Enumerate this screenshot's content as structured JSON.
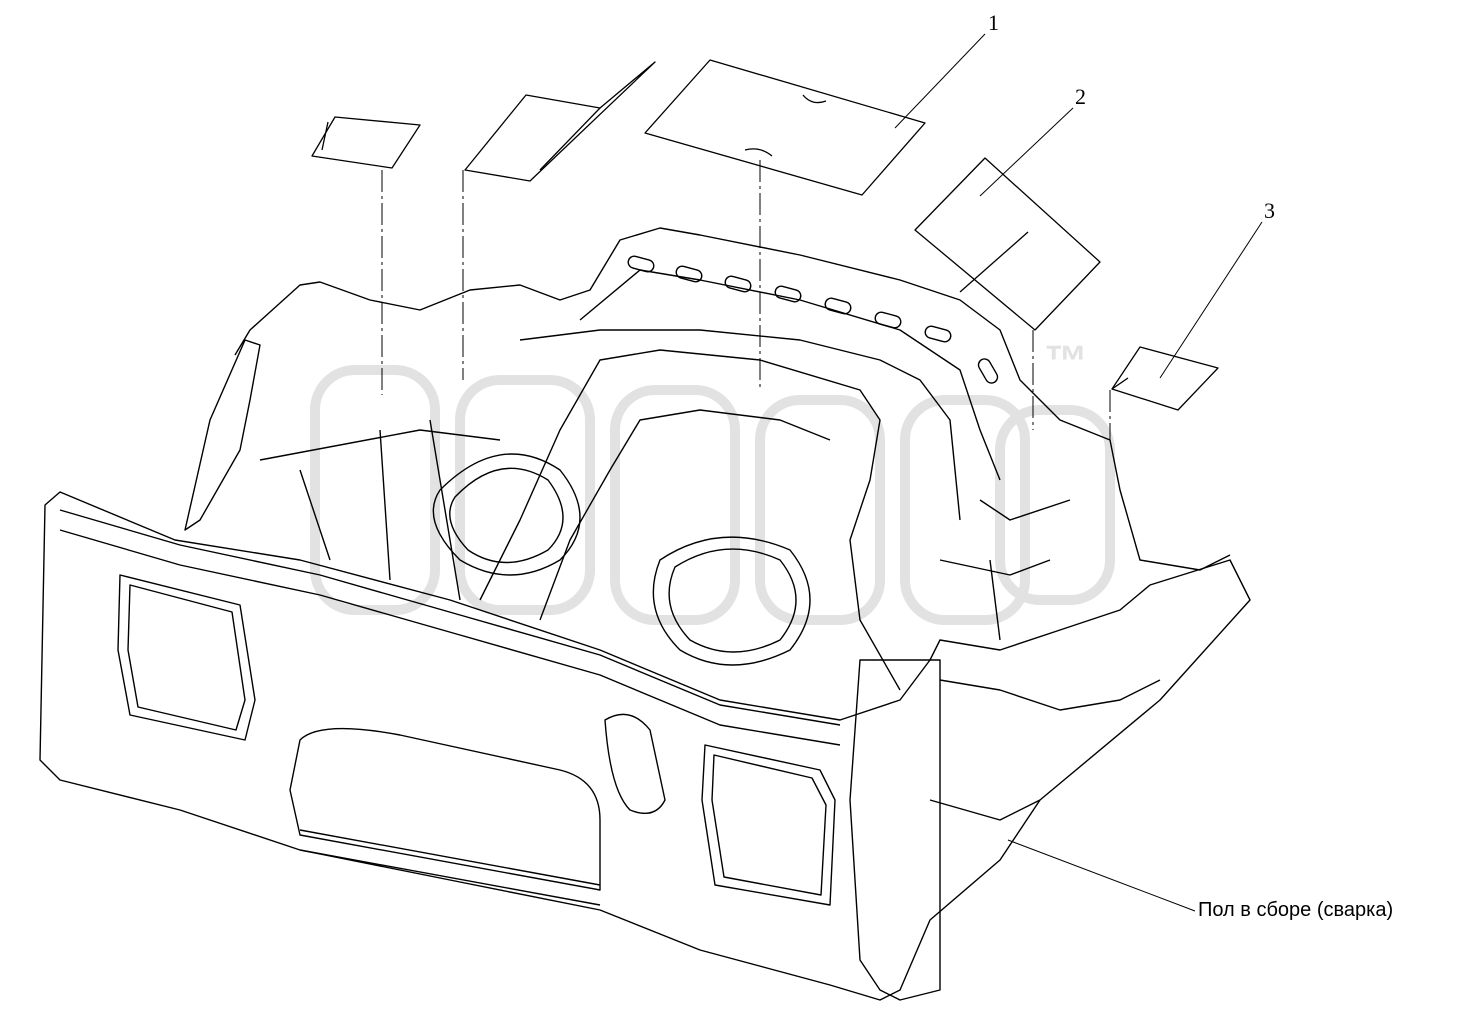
{
  "callouts": {
    "c1": "1",
    "c2": "2",
    "c3": "3",
    "assembly": "Пол в сборе (сварка)"
  },
  "watermark": {
    "mark": "™",
    "color": "#e2e2e2"
  },
  "colors": {
    "line": "#000000",
    "background": "#ffffff"
  }
}
